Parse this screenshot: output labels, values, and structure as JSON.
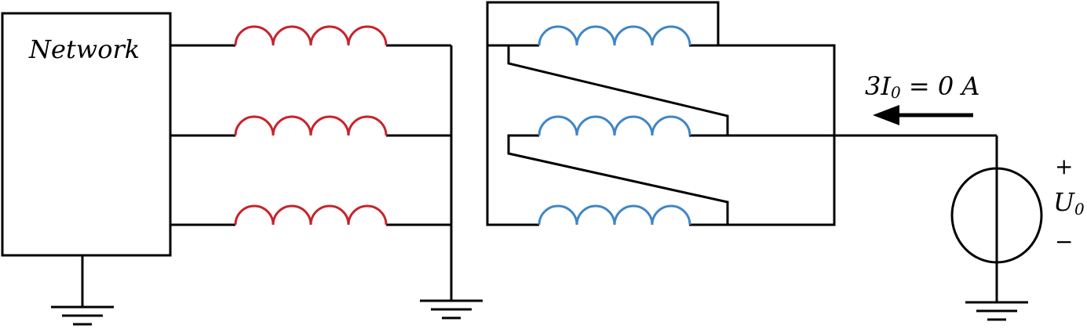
{
  "labels": {
    "network": "Network",
    "current_annotation_prefix": "3I",
    "current_annotation_subscript": "0",
    "current_annotation_suffix": " = 0 A",
    "voltage_plus": "+",
    "voltage_main": "U",
    "voltage_subscript": "0",
    "voltage_minus": "−"
  },
  "colors": {
    "line": "#000000",
    "primary_windings": "#c8232c",
    "secondary_windings": "#3f86c6"
  },
  "icons": {
    "ground_symbols": [
      "ground-icon",
      "ground-icon",
      "ground-icon"
    ],
    "source": "voltage-source-icon",
    "arrow": "current-arrow-icon"
  }
}
